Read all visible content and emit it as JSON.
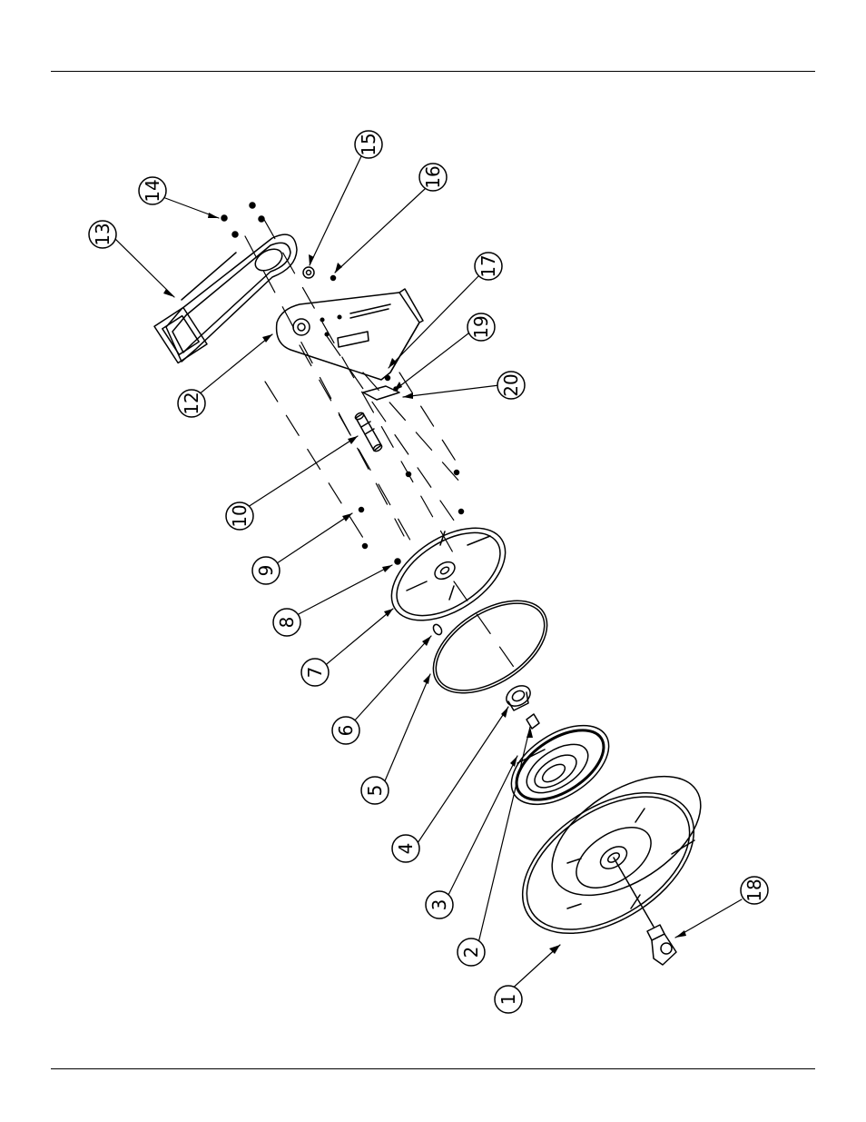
{
  "callouts": [
    {
      "label": "1"
    },
    {
      "label": "2"
    },
    {
      "label": "3"
    },
    {
      "label": "4"
    },
    {
      "label": "5"
    },
    {
      "label": "6"
    },
    {
      "label": "7"
    },
    {
      "label": "8"
    },
    {
      "label": "9"
    },
    {
      "label": "10"
    },
    {
      "label": "12"
    },
    {
      "label": "13"
    },
    {
      "label": "14"
    },
    {
      "label": "15"
    },
    {
      "label": "16"
    },
    {
      "label": "17"
    },
    {
      "label": "18"
    },
    {
      "label": "19"
    },
    {
      "label": "20"
    }
  ],
  "colors": {
    "line": "#000000",
    "paper": "#ffffff"
  }
}
